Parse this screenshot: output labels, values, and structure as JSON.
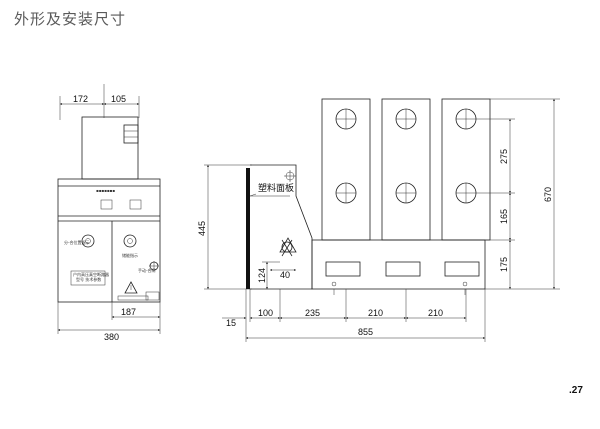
{
  "title": "外形及安装尺寸",
  "page_number": ".27",
  "front_view": {
    "dims": {
      "top_left": "172",
      "top_right": "105",
      "width": "380",
      "lower": "187"
    },
    "panel_labels": {
      "left_indicator": "分-合位置指示",
      "right_indicator": "储能指示",
      "right_small": "手动-合闸",
      "left_nameplate_1": "户内高压真空断路器",
      "left_nameplate_2": "型号 技术参数"
    }
  },
  "side_view": {
    "panel_label": "塑料面板",
    "dims": {
      "height_445": "445",
      "d124": "124",
      "d40": "40",
      "d15": "15",
      "d100": "100",
      "d235": "235",
      "d210a": "210",
      "d210b": "210",
      "total_855": "855",
      "h275": "275",
      "h165": "165",
      "h175": "175",
      "h670": "670"
    }
  }
}
